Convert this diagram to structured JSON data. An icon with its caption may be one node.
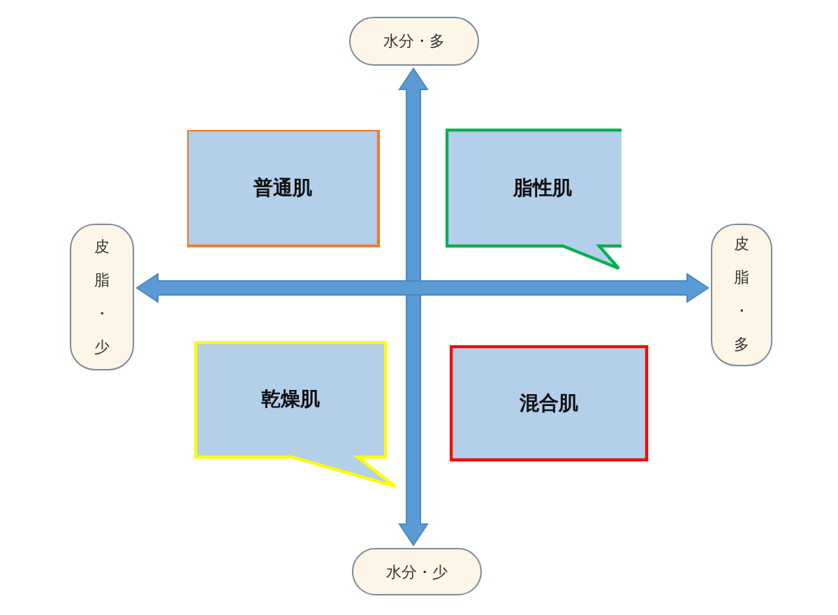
{
  "diagram": {
    "nodes": [
      {
        "text": [
          "水分・多"
        ]
      },
      {
        "text": [
          "普通肌"
        ]
      },
      {
        "text": [
          "脂性肌"
        ]
      },
      {
        "text": [
          "皮脂・少"
        ]
      },
      {
        "text": [
          "皮脂・多"
        ]
      },
      {
        "text": [
          "乾燥肌"
        ]
      },
      {
        "text": [
          "混合肌"
        ]
      },
      {
        "text": [
          "水分・少"
        ]
      }
    ],
    "edges": [
      {
        "from": 0,
        "to": 7,
        "arrow": "both"
      },
      {
        "from": 3,
        "to": 4,
        "arrow": "both"
      }
    ]
  }
}
